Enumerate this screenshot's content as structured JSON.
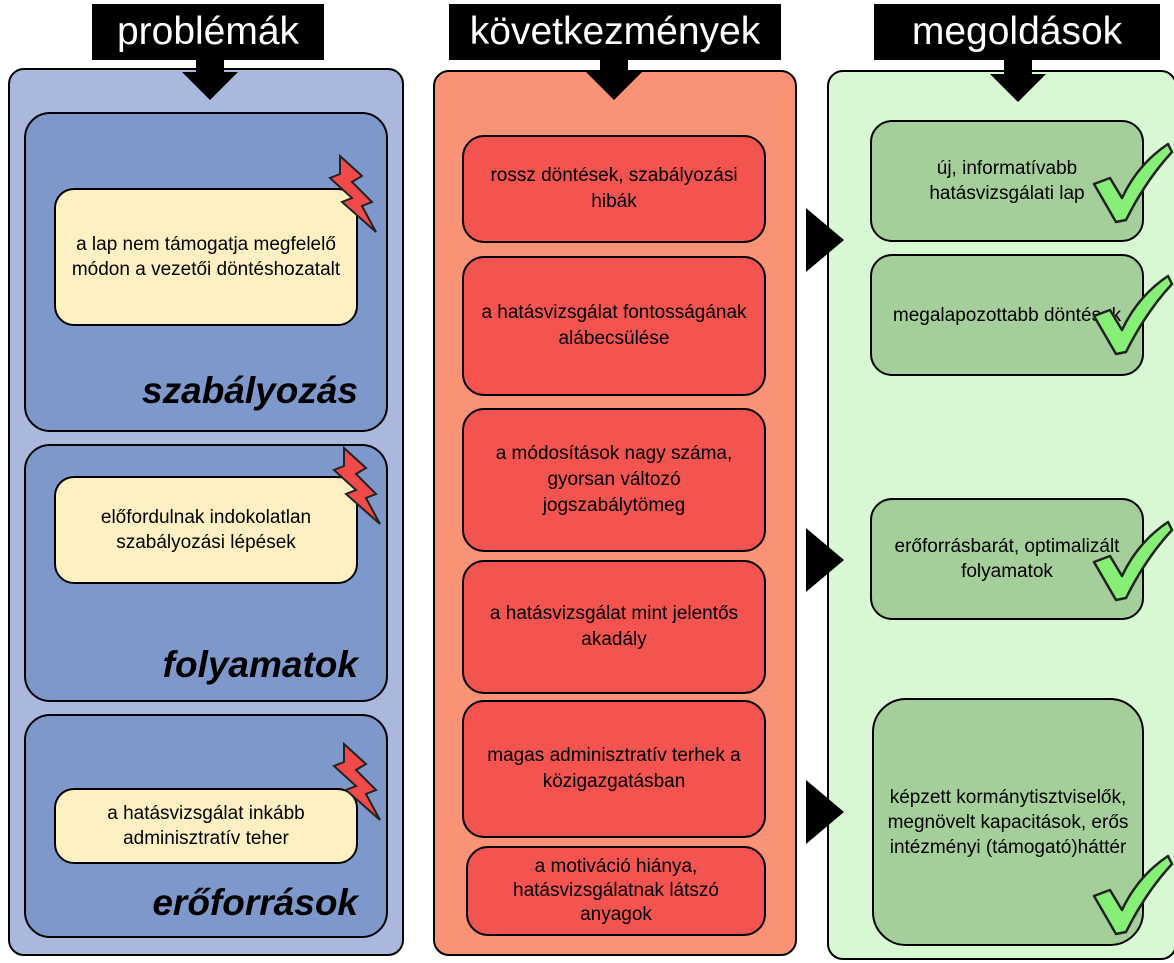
{
  "headers": {
    "problems": "problémák",
    "consequences": "következmények",
    "solutions": "megoldások"
  },
  "problems": {
    "sections": [
      {
        "title": "szabályozás",
        "box": "a lap nem támogatja megfelelő módon a vezetői döntéshozatalt"
      },
      {
        "title": "folyamatok",
        "box": "előfordulnak indokolatlan szabályozási lépések"
      },
      {
        "title": "erőforrások",
        "box": "a hatásvizsgálat inkább adminisztratív teher"
      }
    ]
  },
  "consequences": {
    "items": [
      "rossz döntések, szabályozási hibák",
      "a hatásvizsgálat fontosságának alábecsülése",
      "a módosítások nagy száma, gyorsan változó jogszabálytömeg",
      "a hatásvizsgálat mint jelentős akadály",
      "magas adminisztratív terhek a közigazgatásban",
      "a motiváció hiánya, hatásvizsgálatnak látszó anyagok"
    ]
  },
  "solutions": {
    "items": [
      "új, informatívabb hatásvizsgálati lap",
      "megalapozottabb döntések",
      "erőforrásbarát, optimalizált folyamatok",
      "képzett kormánytisztviselők, megnövelt kapacitások, erős intézményi (támogató)háttér"
    ]
  },
  "icons": {
    "problem_marker": "lightning-icon",
    "solution_marker": "check-mark-icon",
    "header_arrow": "down-arrow-icon",
    "column_arrow": "right-arrow-icon"
  },
  "colors": {
    "problems_column": "#aab8de",
    "problems_section": "#7f98cc",
    "problem_box": "#fdf0c2",
    "consequences_column": "#fa9276",
    "consequence_box": "#f4544f",
    "solutions_column": "#d8f7d3",
    "solution_box": "#a5cf9a",
    "lightning": "#f04a4a",
    "check": "#86f076"
  }
}
